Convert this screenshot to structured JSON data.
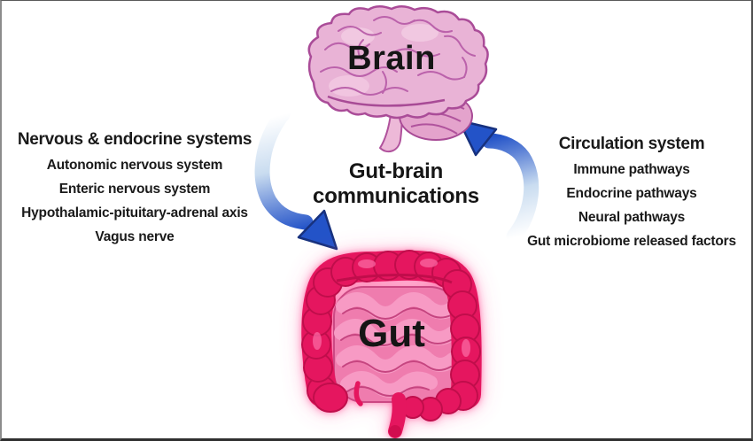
{
  "figure": {
    "center_label": {
      "line1": "Gut-brain",
      "line2": "communications"
    },
    "brain": {
      "label": "Brain"
    },
    "gut": {
      "label": "Gut"
    },
    "panels": {
      "left": {
        "title": "Nervous & endocrine systems",
        "items": [
          "Autonomic nervous system",
          "Enteric nervous system",
          "Hypothalamic-pituitary-adrenal axis",
          "Vagus nerve"
        ]
      },
      "right": {
        "title": "Circulation system",
        "items": [
          "Immune pathways",
          "Endocrine pathways",
          "Neural pathways",
          "Gut microbiome released factors"
        ]
      }
    },
    "arrows": {
      "left_arrow": "brain-to-gut",
      "right_arrow": "gut-to-brain"
    },
    "colors": {
      "arrow_blue": "#2353c8",
      "arrow_dark_blue": "#17317e",
      "brain_pink": "#e9b3d6",
      "brain_line": "#aa4c98",
      "colon_red": "#e5195e",
      "colon_dark": "#c00d4c",
      "intestine_pink": "#ef7cae",
      "glow_pink": "#ff3d8d"
    }
  }
}
